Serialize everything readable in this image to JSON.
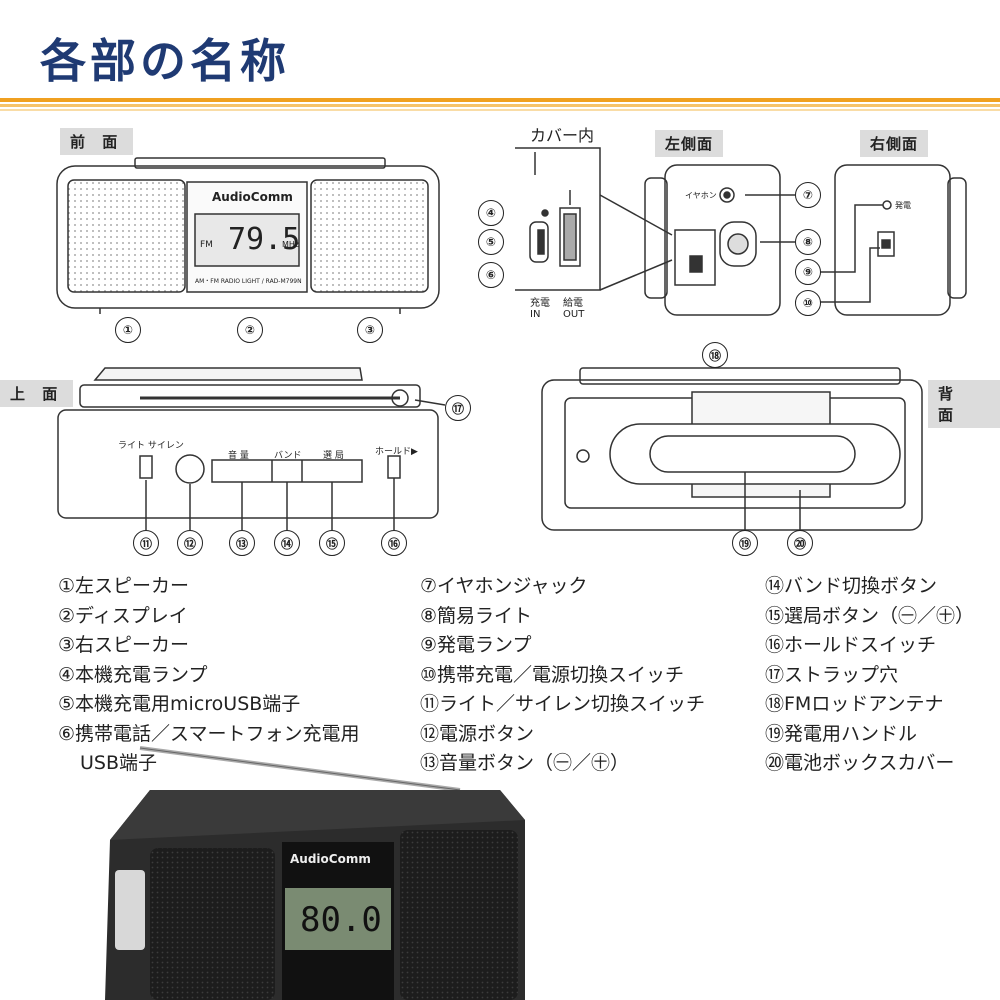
{
  "title": "各部の名称",
  "views": {
    "front": "前 面",
    "cover": "カバー内",
    "left": "左側面",
    "right": "右側面",
    "top": "上 面",
    "back": "背 面"
  },
  "device_text": {
    "brand": "AudioComm",
    "freq": "79.5",
    "fm": "FM",
    "mhz": "MHz",
    "model": "AM・FM RADIO LIGHT / RAD-M799N",
    "earphone": "イヤホン",
    "charge_in": "充電 IN",
    "supply_out": "給電 OUT",
    "gen": "発電",
    "light_siren": "ライト サイレン",
    "volume": "音 量",
    "band": "バンド",
    "tune": "選 局",
    "hold": "ホールド▶",
    "photo_display": "80.0"
  },
  "callouts": [
    "①",
    "②",
    "③",
    "④",
    "⑤",
    "⑥",
    "⑦",
    "⑧",
    "⑨",
    "⑩",
    "⑪",
    "⑫",
    "⑬",
    "⑭",
    "⑮",
    "⑯",
    "⑰",
    "⑱",
    "⑲",
    "⑳"
  ],
  "legend": {
    "col1": [
      "①左スピーカー",
      "②ディスプレイ",
      "③右スピーカー",
      "④本機充電ランプ",
      "⑤本機充電用microUSB端子",
      "⑥携帯電話／スマートフォン充電用",
      "USB端子"
    ],
    "col2": [
      "⑦イヤホンジャック",
      "⑧簡易ライト",
      "⑨発電ランプ",
      "⑩携帯充電／電源切換スイッチ",
      "⑪ライト／サイレン切換スイッチ",
      "⑫電源ボタン",
      "⑬音量ボタン（㊀／㊉）"
    ],
    "col3": [
      "⑭バンド切換ボタン",
      "⑮選局ボタン（㊀／㊉）",
      "⑯ホールドスイッチ",
      "⑰ストラップ穴",
      "⑱FMロッドアンテナ",
      "⑲発電用ハンドル",
      "⑳電池ボックスカバー"
    ]
  }
}
